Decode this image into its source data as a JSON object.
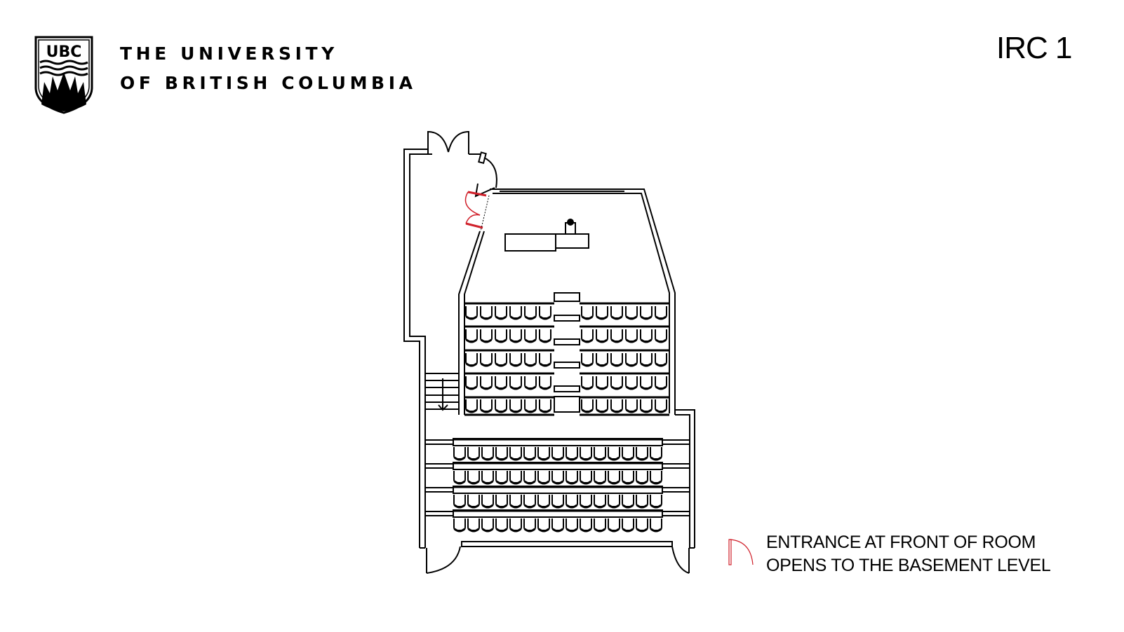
{
  "header": {
    "logo_abbrev": "UBC",
    "university_line1": "THE UNIVERSITY",
    "university_line2": "OF BRITISH COLUMBIA",
    "room_code": "IRC 1"
  },
  "legend": {
    "line1": "ENTRANCE AT FRONT OF ROOM",
    "line2": "OPENS TO THE BASEMENT LEVEL",
    "door_icon_color": "#d0202a"
  },
  "floor_plan": {
    "upper_section": {
      "rows": 5,
      "left_block_seats_per_row": 6,
      "right_block_seats_per_row": 6,
      "center_aisle": true
    },
    "lower_section": {
      "rows": 4,
      "seats_per_row": 15
    },
    "features": [
      "stage",
      "lectern-desk",
      "projection-screen",
      "stairs-down",
      "double-doors-top",
      "entrance-doors-red",
      "exit-doors-bottom"
    ],
    "wall_color": "#000000",
    "accent_color": "#d0202a"
  }
}
